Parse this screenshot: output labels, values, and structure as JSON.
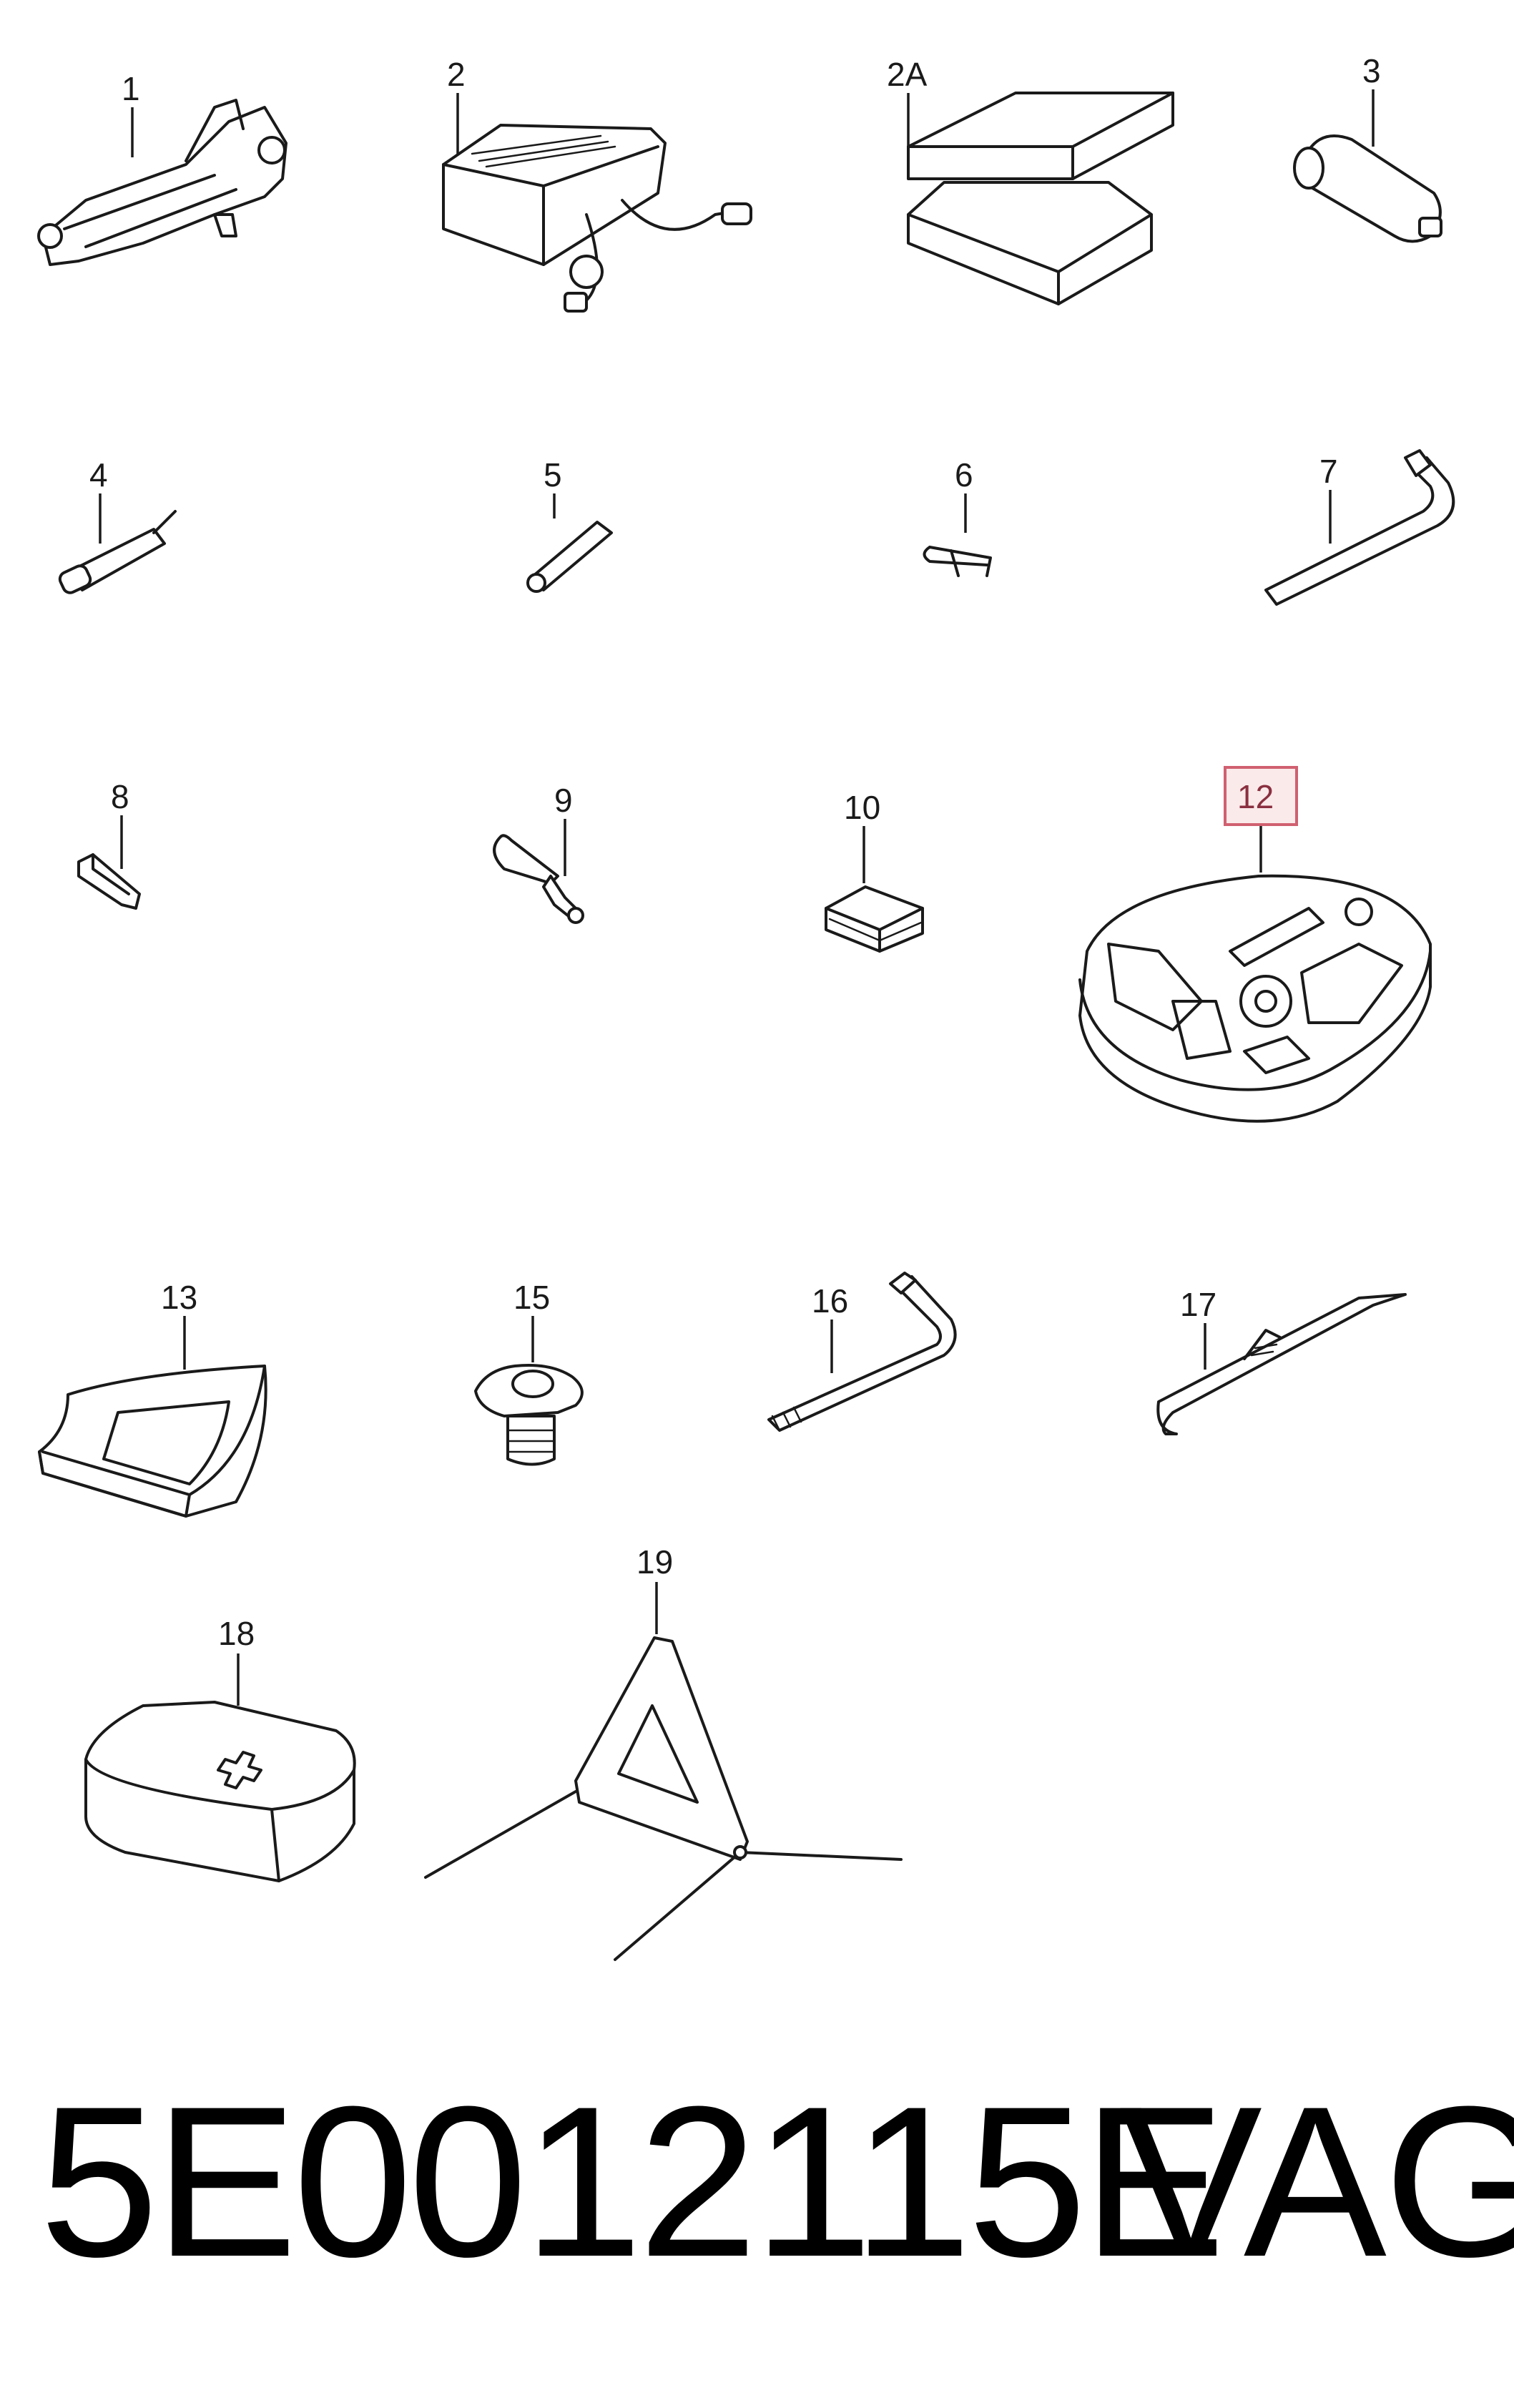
{
  "diagram": {
    "labels": {
      "p1": "1",
      "p2": "2",
      "p2a": "2A",
      "p3": "3",
      "p4": "4",
      "p5": "5",
      "p6": "6",
      "p7": "7",
      "p8": "8",
      "p9": "9",
      "p10": "10",
      "p12": "12",
      "p13": "13",
      "p15": "15",
      "p16": "16",
      "p17": "17",
      "p18": "18",
      "p19": "19"
    },
    "highlighted_label": "12",
    "highlight_color": "#d06070"
  },
  "caption": {
    "part_number": "5E0012115E",
    "brand": "VAG"
  }
}
